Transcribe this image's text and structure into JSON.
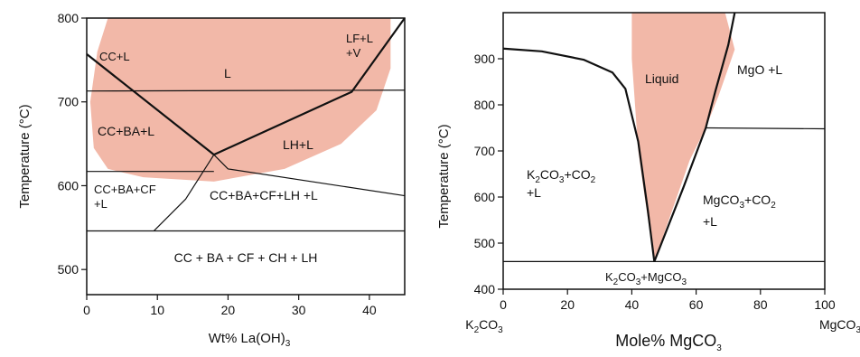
{
  "colors": {
    "liquid_fill": "#f2b8a8",
    "line": "#111111",
    "background": "#ffffff"
  },
  "left_diagram": {
    "type": "phase_diagram",
    "xlabel": "Wt% La(OH)",
    "xlabel_sub": "3",
    "ylabel": "Temperature (°C)",
    "xlim": [
      0,
      45
    ],
    "ylim": [
      470,
      800
    ],
    "x_ticks": [
      "0",
      "10",
      "20",
      "30",
      "40"
    ],
    "x_tick_values": [
      0,
      10,
      20,
      30,
      40
    ],
    "y_ticks": [
      "500",
      "600",
      "700",
      "800"
    ],
    "y_tick_values": [
      500,
      600,
      700,
      800
    ],
    "regions": {
      "cc_l": "CC+L",
      "l": "L",
      "lf_l": "LF+L",
      "lf_v": "+V",
      "cc_ba_l": "CC+BA+L",
      "lh_l": "LH+L",
      "cc_ba_cf_l1": "CC+BA+CF",
      "cc_ba_cf_l2": "+L",
      "cc_ba_cf_lh_l": "CC+BA+CF+LH +L",
      "all_solid": "CC + BA + CF + CH + LH"
    },
    "lines": [
      {
        "name": "liquidus-cc",
        "points": [
          [
            0,
            757
          ],
          [
            18,
            637
          ]
        ]
      },
      {
        "name": "liquidus-lh",
        "points": [
          [
            18,
            637
          ],
          [
            37.5,
            712
          ],
          [
            45,
            800
          ]
        ]
      },
      {
        "name": "isotherm-713",
        "points": [
          [
            0,
            713
          ],
          [
            45,
            714
          ]
        ]
      },
      {
        "name": "isotherm-617",
        "points": [
          [
            0,
            617
          ],
          [
            18,
            617
          ]
        ]
      },
      {
        "name": "boundary-lh-cf",
        "points": [
          [
            18,
            637
          ],
          [
            20,
            620
          ],
          [
            45,
            588
          ]
        ]
      },
      {
        "name": "boundary-cf",
        "points": [
          [
            9.5,
            546
          ],
          [
            14,
            584
          ],
          [
            18,
            637
          ]
        ]
      },
      {
        "name": "solidus-546",
        "points": [
          [
            0,
            546
          ],
          [
            45,
            546
          ]
        ]
      }
    ],
    "liquid_area": [
      [
        3,
        800
      ],
      [
        1.5,
        760
      ],
      [
        0.5,
        700
      ],
      [
        1,
        645
      ],
      [
        3,
        620
      ],
      [
        8,
        610
      ],
      [
        18,
        605
      ],
      [
        28,
        620
      ],
      [
        36,
        650
      ],
      [
        41,
        690
      ],
      [
        43,
        740
      ],
      [
        43,
        800
      ]
    ]
  },
  "right_diagram": {
    "type": "phase_diagram",
    "xlabel": "Mole% MgCO",
    "xlabel_sub": "3",
    "ylabel": "Temperature (°C)",
    "xlim": [
      0,
      100
    ],
    "ylim": [
      400,
      1000
    ],
    "x_ticks": [
      "0",
      "20",
      "40",
      "60",
      "80",
      "100"
    ],
    "x_tick_values": [
      0,
      20,
      40,
      60,
      80,
      100
    ],
    "y_ticks": [
      "400",
      "500",
      "600",
      "700",
      "800",
      "900"
    ],
    "y_tick_values": [
      400,
      500,
      600,
      700,
      800,
      900
    ],
    "end_labels": {
      "left": "K",
      "left_sub1": "2",
      "left_rest": "CO",
      "left_sub2": "3",
      "right": "MgCO",
      "right_sub": "3"
    },
    "regions": {
      "liquid": "Liquid",
      "mgo_l": "MgO +L",
      "left_line1_a": "K",
      "left_line1_b": "2",
      "left_line1_c": "CO",
      "left_line1_d": "3",
      "left_line1_e": "+CO",
      "left_line1_f": "2",
      "left_line2": "+L",
      "right_line1_a": "MgCO",
      "right_line1_b": "3",
      "right_line1_c": "+CO",
      "right_line1_d": "2",
      "right_line2": "+L",
      "bottom_a": "K",
      "bottom_b": "2",
      "bottom_c": "CO",
      "bottom_d": "3",
      "bottom_e": "+MgCO",
      "bottom_f": "3"
    },
    "lines": [
      {
        "name": "liquidus-k2co3",
        "points": [
          [
            0,
            922
          ],
          [
            12,
            916
          ],
          [
            25,
            898
          ],
          [
            34,
            870
          ],
          [
            38,
            835
          ],
          [
            42,
            720
          ],
          [
            45,
            570
          ],
          [
            47,
            460
          ]
        ]
      },
      {
        "name": "liquidus-mgco3",
        "points": [
          [
            47,
            460
          ],
          [
            56,
            620
          ],
          [
            63,
            750
          ],
          [
            66,
            830
          ],
          [
            70,
            930
          ],
          [
            72,
            1000
          ]
        ]
      },
      {
        "name": "isotherm-750",
        "points": [
          [
            63,
            750
          ],
          [
            100,
            748
          ]
        ]
      },
      {
        "name": "eutectic-460",
        "points": [
          [
            0,
            460
          ],
          [
            100,
            460
          ]
        ]
      }
    ],
    "liquid_area": [
      [
        40,
        1000
      ],
      [
        40,
        900
      ],
      [
        41,
        800
      ],
      [
        42,
        700
      ],
      [
        44,
        600
      ],
      [
        47,
        460
      ],
      [
        52,
        560
      ],
      [
        58,
        680
      ],
      [
        63,
        750
      ],
      [
        67,
        820
      ],
      [
        70,
        880
      ],
      [
        72,
        920
      ],
      [
        69,
        1000
      ]
    ]
  }
}
